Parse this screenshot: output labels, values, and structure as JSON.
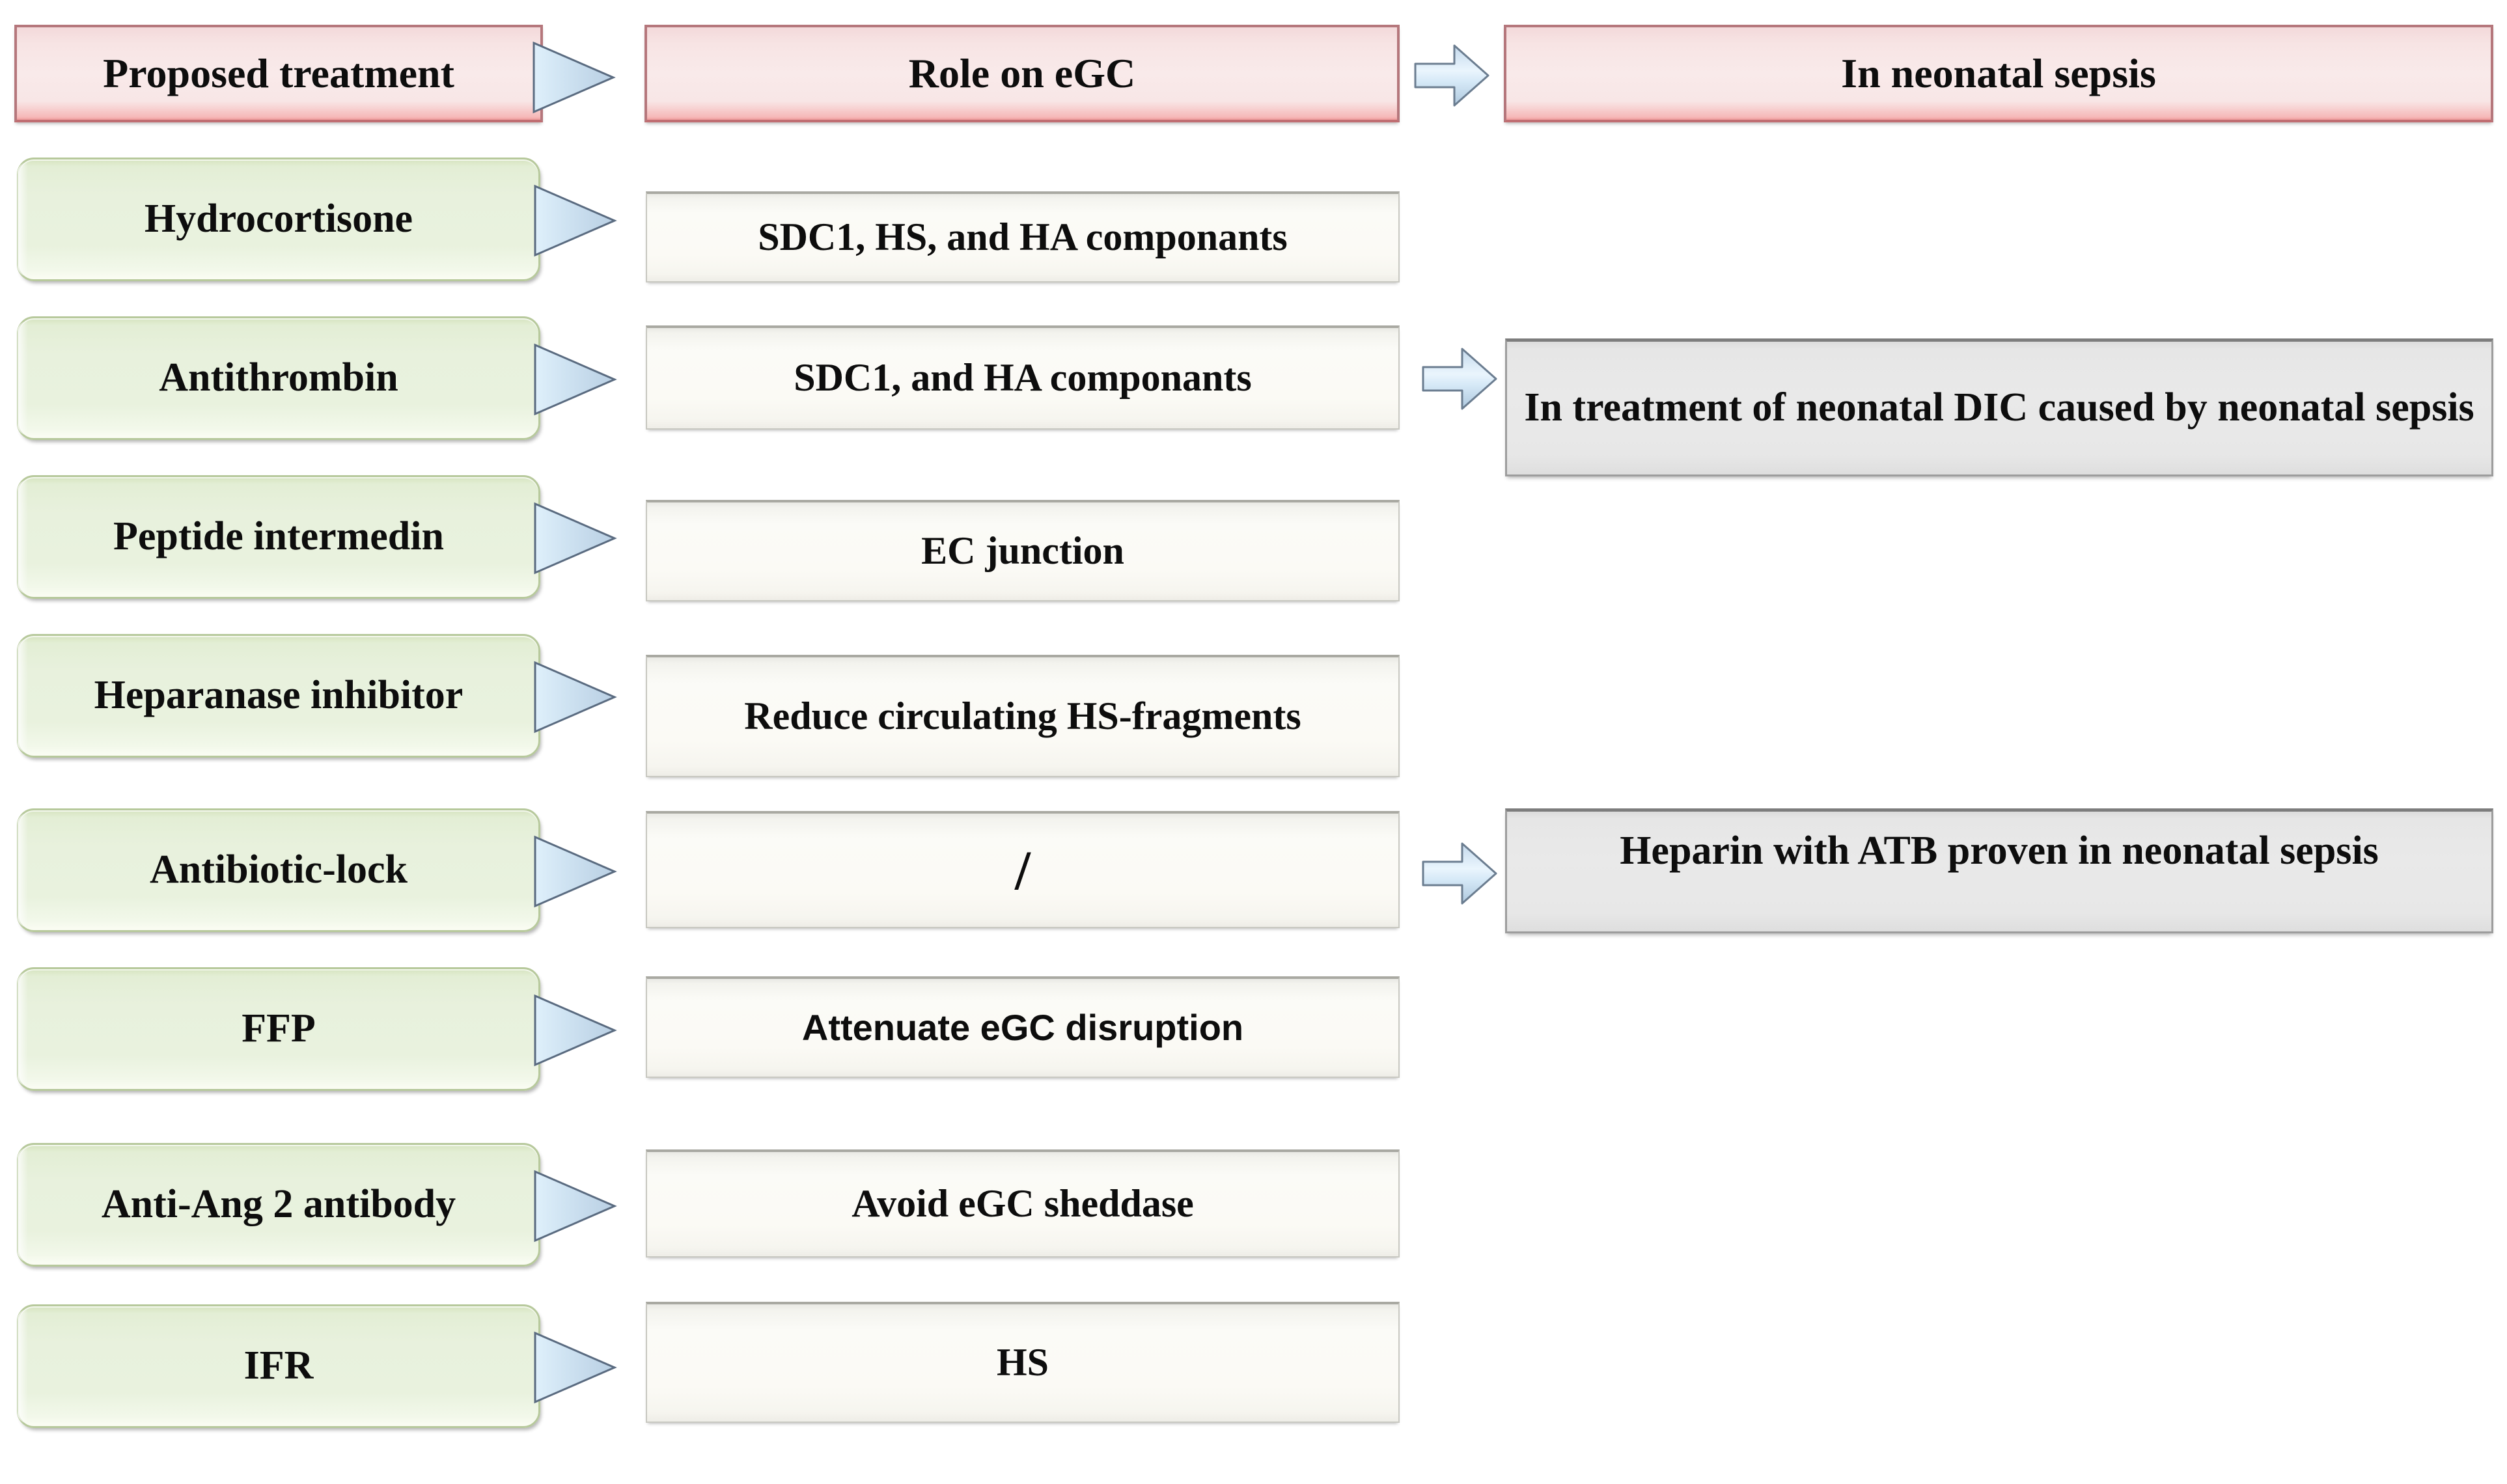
{
  "headers": {
    "col1": "Proposed treatment",
    "col2": "Role on eGC",
    "col3": "In neonatal sepsis"
  },
  "colors": {
    "header_fill": "#f9eaea",
    "header_border": "#b5777c",
    "treatment_fill": "#e8f1dd",
    "treatment_border": "#b7c99c",
    "role_fill": "#fbfaf5",
    "role_border": "#c9c9c2",
    "outcome_fill": "#e9e9e9",
    "outcome_border": "#9d9d9d",
    "arrow_fill": "#cfe2f0"
  },
  "rows": [
    {
      "treatment": "Hydrocortisone",
      "role": "SDC1, HS, and HA  componants",
      "role_font": "serif"
    },
    {
      "treatment": "Antithrombin",
      "role": "SDC1, and HA  componants",
      "role_font": "serif"
    },
    {
      "treatment": "Peptide intermedin",
      "role": "EC junction",
      "role_font": "serif"
    },
    {
      "treatment": "Heparanase inhibitor",
      "role": "Reduce circulating HS-fragments",
      "role_font": "serif"
    },
    {
      "treatment": "Antibiotic-lock",
      "role": "/",
      "role_font": "serif"
    },
    {
      "treatment": "FFP",
      "role": "Attenuate eGC disruption",
      "role_font": "sans"
    },
    {
      "treatment": "Anti-Ang 2 antibody",
      "role": "Avoid eGC sheddase",
      "role_font": "serif"
    },
    {
      "treatment": "IFR",
      "role": "HS",
      "role_font": "serif"
    }
  ],
  "outcomes": [
    {
      "text": "In treatment of neonatal DIC caused by neonatal sepsis",
      "row": 1
    },
    {
      "text": "Heparin with ATB proven in neonatal sepsis",
      "row": 4
    }
  ],
  "icons": {
    "triangle_arrow": "triangle-right-icon",
    "block_arrow": "block-arrow-right-icon"
  }
}
